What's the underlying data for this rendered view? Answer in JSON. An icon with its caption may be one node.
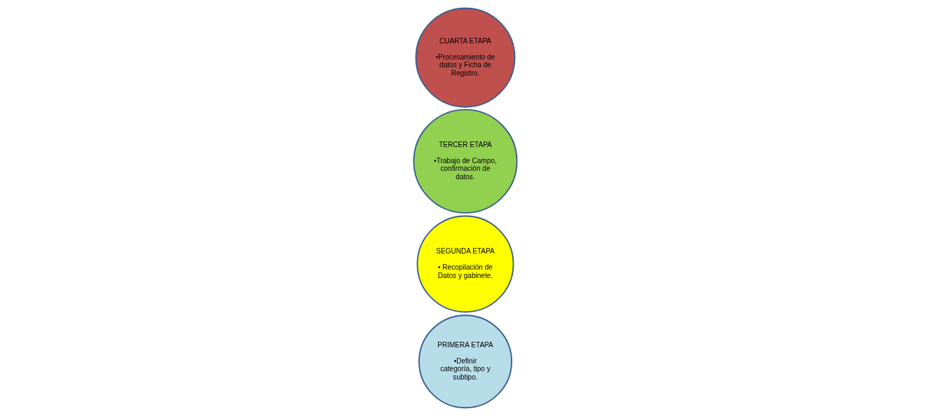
{
  "diagram": {
    "nodes": [
      {
        "text": [
          "PRIMERA ETAPA",
          "•Definir categoría, tipo y subtipo."
        ]
      },
      {
        "text": [
          "SEGUNDA ETAPA",
          "• Recopilación de Datos y gabinete."
        ]
      },
      {
        "text": [
          "TERCER ETAPA",
          "•Trabajo de Campo, confirmación de datos."
        ]
      },
      {
        "text": [
          "CUARTA ETAPA",
          "•Procesamiento de datos y Ficha de Registro."
        ]
      }
    ]
  }
}
